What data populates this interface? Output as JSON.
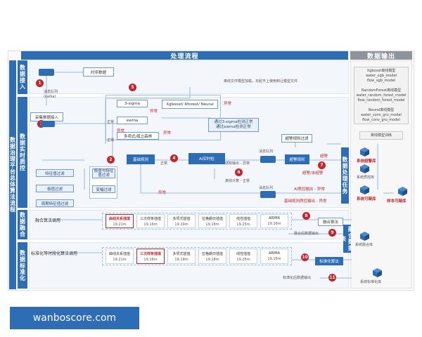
{
  "header": {
    "process_title": "处理流程",
    "output_title": "数据输出"
  },
  "side": {
    "main": "数据治理平台总体算法流程",
    "ingest": "数据接入",
    "quality": "数据实时质控",
    "fusion": "数据融合",
    "standard": "数据标准化",
    "task": "数据处理任务",
    "fusion_tbl": "融合数据表"
  },
  "ingest": {
    "realtime": "时序数据",
    "msg_queue": "消息队列\n(kafka)",
    "collect": "采集数据接入"
  },
  "quality": {
    "method_box": "3-sigma",
    "ewma": "ewma",
    "poly_rf": "多项式/孤立森林",
    "models": "Xgboost/ Rforest/ Neural",
    "offline_note": "离线文件模型加载，日起不上使用到让模型文件",
    "sigma_note": "通过3-sigma检测正常\n通过ewma检测正常",
    "basic_rules": "基础规则",
    "ai_detect": "AI实时检",
    "feature_filter": "特征值过滤",
    "extreme_filter": "极值过滤",
    "periodic_filter": "周期特征值过滤",
    "extreme_check": "极值与特征\n值过滤",
    "change_filter": "变幅过滤",
    "alarm_filter": "超警规则过滤",
    "alarm_rules": "超警规则",
    "msg_q1": "消息队列",
    "msg_q2": "消息队列"
  },
  "labels": {
    "abnormal": "异常",
    "normal": "正常",
    "exceed": "超警",
    "alarm_line": "超警/未超警",
    "infer_out": "感知输出 - 异常",
    "infer_out2": "离线计算 - 正常",
    "ai_judge": "AI质控输出 - 异常",
    "combined": "基础规则质控输出 - 异常",
    "fusion_out": "融合后数据输出",
    "std_out": "标准化后数据输出"
  },
  "fusion": {
    "fusion_algo": "融合算法调用",
    "fusion_box": "融合算法",
    "methods": [
      {
        "name": "曲线关系插值",
        "val": "19.21m",
        "highlight": true
      },
      {
        "name": "三次样条插值",
        "val": "19.16m",
        "highlight": false
      },
      {
        "name": "多项式插值",
        "val": "19.19m",
        "highlight": false
      },
      {
        "name": "拉格朗日插值",
        "val": "19.18m",
        "highlight": false
      },
      {
        "name": "线性插值",
        "val": "19.25m",
        "highlight": false
      },
      {
        "name": "ARIMA",
        "val": "19.16m",
        "highlight": false
      }
    ]
  },
  "standard": {
    "std_algo": "标准化等时段化算法调用",
    "std_box": "标准化算法",
    "methods": [
      {
        "name": "曲线关系插值",
        "val": "19.21m",
        "highlight": false
      },
      {
        "name": "三次样条插值",
        "val": "19.16m",
        "highlight": true
      },
      {
        "name": "多项式插值",
        "val": "19.19m",
        "highlight": false
      },
      {
        "name": "拉格朗日插值",
        "val": "19.18m",
        "highlight": false
      },
      {
        "name": "线性插值",
        "val": "19.25m",
        "highlight": false
      },
      {
        "name": "ARIMA",
        "val": "19.16m",
        "highlight": false
      }
    ]
  },
  "output": {
    "model_list": "Xgboost离线模型\nwater_xgb_model\nflow_xgb_model\n\nRandomForest离线模型\nwater_random_forest_model\nflow_random_forest_model\n\nNeural离线模型\nwater_conv_gru_model\nflow_conv_gru_model",
    "model_train": "离线模型训练",
    "db_alarm": "系统超警库",
    "db_quality": "系统质控库",
    "db_trusted": "系统可疑库",
    "db_sample": "样本可疑库",
    "db_fusion": "系统融合库",
    "db_standard": "系统标准化库"
  },
  "steps": [
    "1",
    "2",
    "3",
    "4",
    "5",
    "6",
    "7",
    "8",
    "9",
    "10",
    "11"
  ],
  "footer": "wanboscore.com",
  "colors": {
    "primary": "#2c6db5",
    "accent": "#c8232c",
    "output_bar": "#8e949c"
  }
}
